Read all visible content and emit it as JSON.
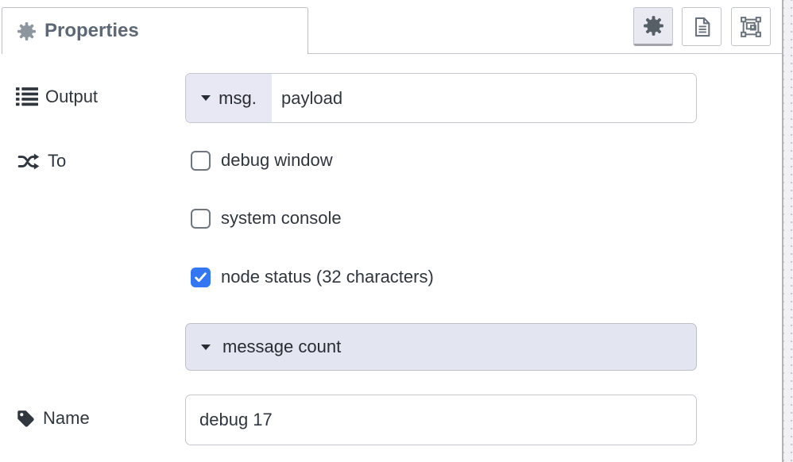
{
  "tab": {
    "label": "Properties",
    "icon": "gear-icon"
  },
  "toolbar": {
    "properties_button": {
      "icon": "gear-icon",
      "active": true
    },
    "description_button": {
      "icon": "document-icon",
      "active": false
    },
    "appearance_button": {
      "icon": "appearance-icon",
      "active": false
    }
  },
  "form": {
    "output": {
      "label": "Output",
      "icon": "list-icon",
      "typed_input": {
        "type_prefix": "msg.",
        "value": "payload"
      }
    },
    "to": {
      "label": "To",
      "icon": "shuffle-icon",
      "options": [
        {
          "label": "debug window",
          "checked": false
        },
        {
          "label": "system console",
          "checked": false
        },
        {
          "label": "node status (32 characters)",
          "checked": true
        }
      ]
    },
    "status_select": {
      "value": "message count"
    },
    "name": {
      "label": "Name",
      "icon": "tag-icon",
      "value": "debug 17"
    }
  },
  "colors": {
    "accent_blue": "#3377f5",
    "field_lavender": "#e7e8f4",
    "select_lavender": "#e3e5f1",
    "active_button_bg": "#e9e9f1",
    "border_gray": "#c5c7ce",
    "tab_text": "#5d6874"
  }
}
